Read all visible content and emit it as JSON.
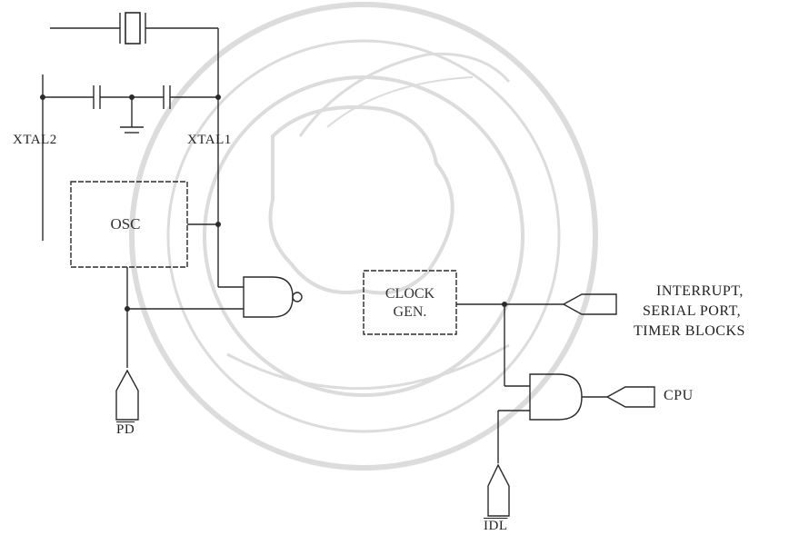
{
  "labels": {
    "xtal2": "XTAL2",
    "xtal1": "XTAL1",
    "osc": "OSC",
    "clock_gen_line1": "CLOCK",
    "clock_gen_line2": "GEN.",
    "interrupt_line1": "INTERRUPT,",
    "interrupt_line2": "SERIAL PORT,",
    "interrupt_line3": "TIMER BLOCKS",
    "cpu": "CPU",
    "pd": "PD",
    "idl": "IDL"
  },
  "colors": {
    "line": "#2a2a2a",
    "watermark": "#d9d9d9"
  }
}
